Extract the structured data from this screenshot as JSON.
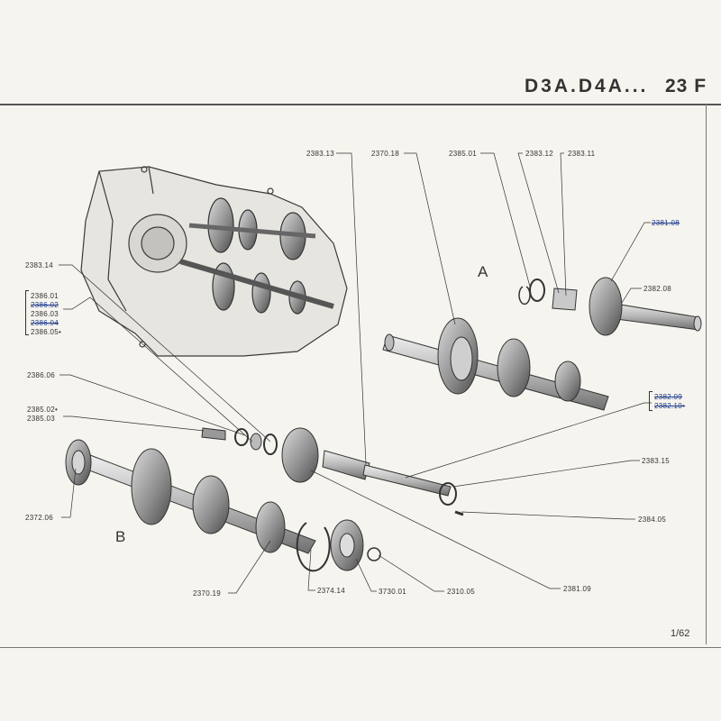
{
  "header": {
    "title": "D3A.D4A...",
    "page": "23 F"
  },
  "folio": "1/62",
  "section_letters": {
    "a": "A",
    "b": "B"
  },
  "labels": {
    "p2383_13": "2383.13",
    "p2370_18": "2370.18",
    "p2385_01": "2385.01",
    "p2383_12": "2383.12",
    "p2383_11": "2383.11",
    "p2381_08": "2381.08",
    "p2382_08": "2382.08",
    "p2383_14": "2383.14",
    "p2386_01": "2386.01",
    "p2386_02": "2386.02",
    "p2386_03": "2386.03",
    "p2386_04": "2386.04",
    "p2386_05": "2386.05•",
    "p2386_06": "2386.06",
    "p2385_02": "2385.02•",
    "p2385_03": "2385.03",
    "p2382_09": "2382.09",
    "p2382_10": "2382.10•",
    "p2383_15": "2383.15",
    "p2372_06": "2372.06",
    "p2384_05": "2384.05",
    "p2370_19": "2370.19",
    "p2374_14": "2374.14",
    "p3730_01": "3730.01",
    "p2310_05": "2310.05",
    "p2381_09": "2381.09"
  },
  "colors": {
    "ink": "#333333",
    "correction_ink": "#1d3a8a",
    "paper": "#f6f4ee"
  }
}
